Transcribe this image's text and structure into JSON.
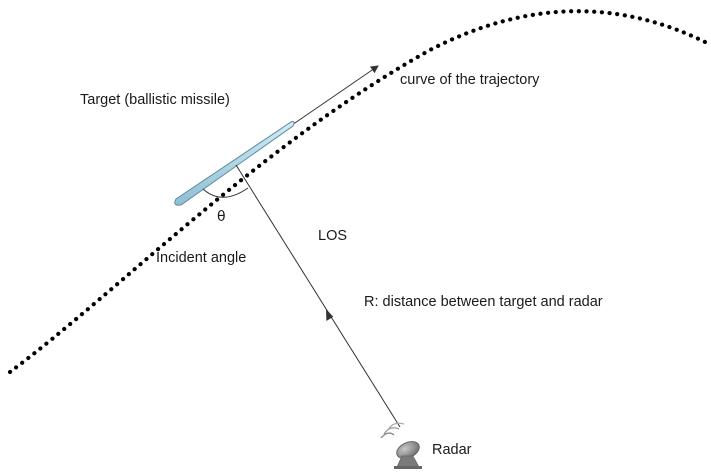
{
  "labels": {
    "target": "Target (ballistic missile)",
    "trajectory": "curve of the trajectory",
    "theta": "θ",
    "los": "LOS",
    "incident_angle": "Incident angle",
    "distance": "R: distance between target and radar",
    "radar": "Radar"
  },
  "icons": {
    "radar": "radar-dish-icon",
    "missile": "missile-icon"
  },
  "colors": {
    "trajectory": "#000000",
    "missile_fill": "#a9d0e0",
    "missile_stroke": "#5a8aa0",
    "line": "#333333",
    "radar_dish": "#8a8a8a"
  }
}
